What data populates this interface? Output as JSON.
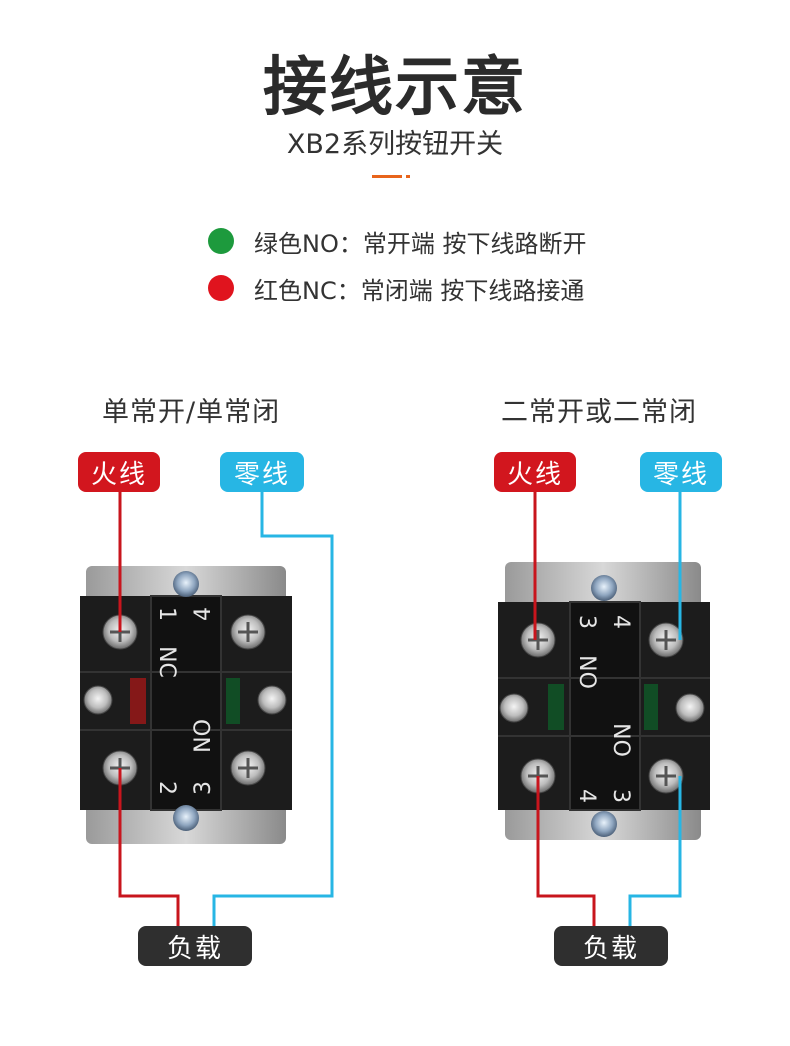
{
  "header": {
    "title": "接线示意",
    "subtitle": "XB2系列按钮开关"
  },
  "legend": [
    {
      "color": "#1d9a3d",
      "text": "绿色NO：常开端 按下线路断开"
    },
    {
      "color": "#e0141e",
      "text": "红色NC：常闭端 按下线路接通"
    }
  ],
  "diagrams": [
    {
      "title": "单常开/单常闭",
      "live_label": "火线",
      "neutral_label": "零线",
      "load_label": "负载",
      "terminal_marks": [
        "1",
        "4",
        "NC",
        "NO",
        "2",
        "3"
      ]
    },
    {
      "title": "二常开或二常闭",
      "live_label": "火线",
      "neutral_label": "零线",
      "load_label": "负载",
      "terminal_marks": [
        "3",
        "4",
        "NO",
        "NO",
        "4",
        "3"
      ]
    }
  ],
  "colors": {
    "live_wire": "#c8151d",
    "neutral_wire": "#27b6e4",
    "accent": "#e8641b",
    "switch_body": "#1c1c1c"
  }
}
